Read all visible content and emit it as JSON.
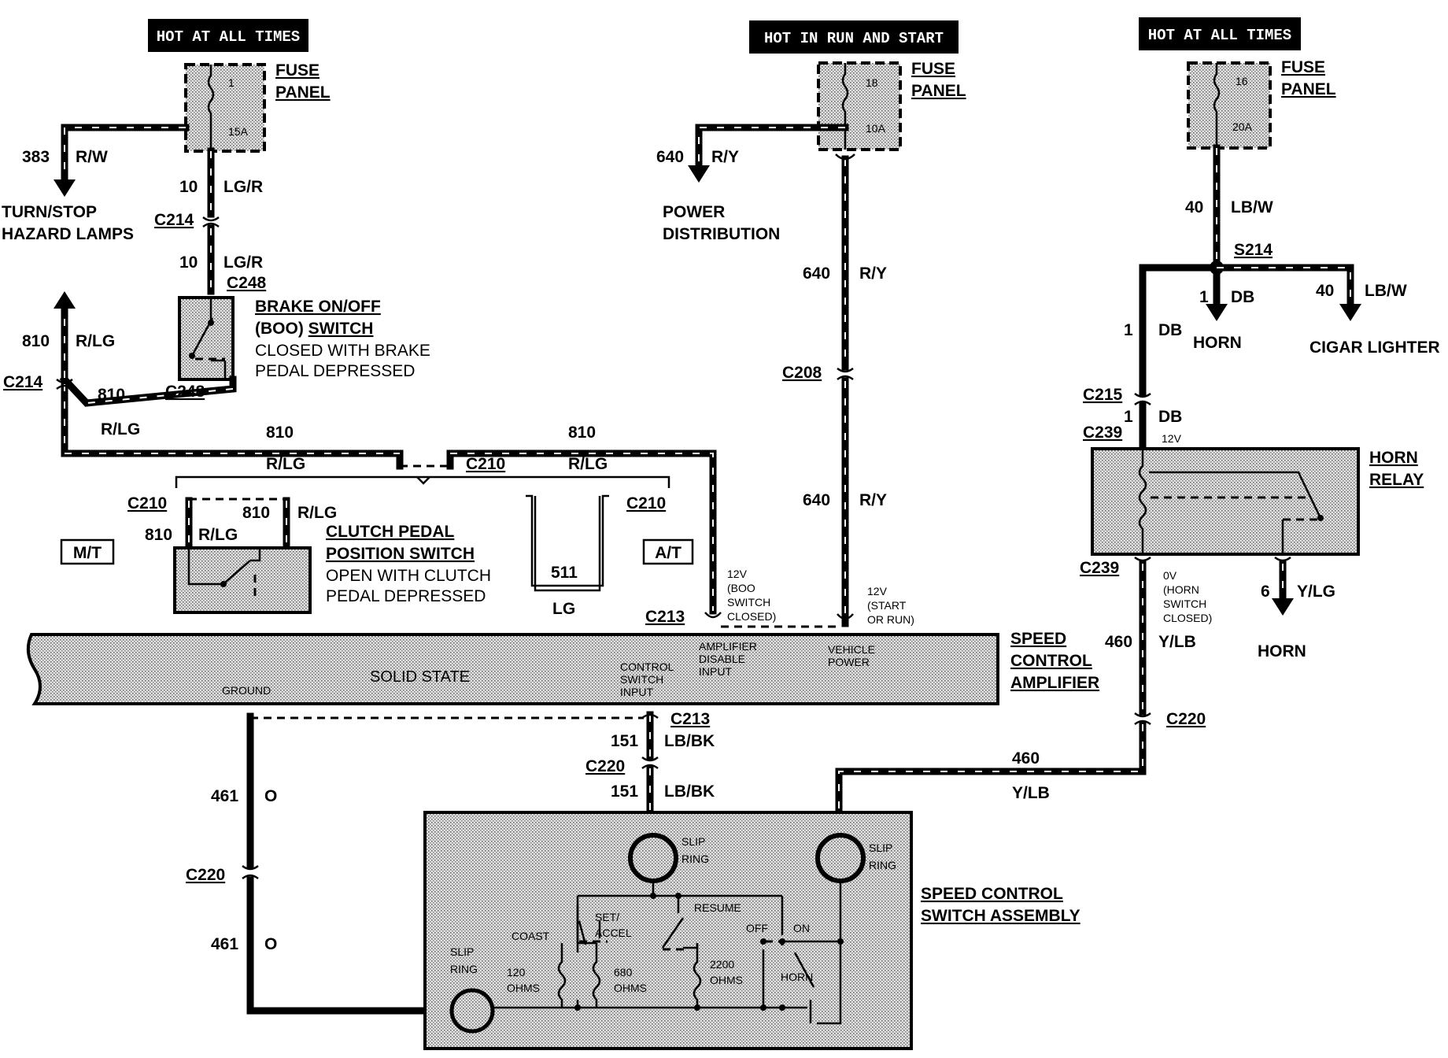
{
  "supply_headers": {
    "left": "HOT AT ALL TIMES",
    "middle": "HOT IN RUN AND START",
    "right": "HOT AT ALL TIMES"
  },
  "fuse_panels": [
    {
      "label_line1": "FUSE",
      "label_line2": "PANEL",
      "fuse_number": "1",
      "rating": "15A"
    },
    {
      "label_line1": "FUSE",
      "label_line2": "PANEL",
      "fuse_number": "18",
      "rating": "10A"
    },
    {
      "label_line1": "FUSE",
      "label_line2": "PANEL",
      "fuse_number": "16",
      "rating": "20A"
    }
  ],
  "circuits": {
    "c383": {
      "number": "383",
      "color": "R/W"
    },
    "c10a": {
      "number": "10",
      "color": "LG/R"
    },
    "c10b": {
      "number": "10",
      "color": "LG/R"
    },
    "c810_riser": {
      "number": "810",
      "color": "R/LG"
    },
    "c810_diag": {
      "number": "810"
    },
    "c810_rlg": {
      "color": "R/LG"
    },
    "c810_top_left": {
      "number": "810",
      "color": "R/LG"
    },
    "c810_top_right": {
      "number": "810",
      "color": "R/LG"
    },
    "c810_clutch_a": {
      "number": "810",
      "color": "R/LG"
    },
    "c810_clutch_b": {
      "number": "810",
      "color": "R/LG"
    },
    "c511": {
      "number": "511",
      "color": "LG"
    },
    "c640_power": {
      "number": "640",
      "color": "R/Y"
    },
    "c640_a": {
      "number": "640",
      "color": "R/Y"
    },
    "c640_b": {
      "number": "640",
      "color": "R/Y"
    },
    "c40_main": {
      "number": "40",
      "color": "LB/W"
    },
    "c40_branch": {
      "number": "40",
      "color": "LB/W"
    },
    "c1_horn": {
      "number": "1",
      "color": "DB"
    },
    "c1_left": {
      "number": "1",
      "color": "DB"
    },
    "c1_lower": {
      "number": "1",
      "color": "DB"
    },
    "c6": {
      "number": "6",
      "color": "Y/LG"
    },
    "c460_vert": {
      "number": "460",
      "color": "Y/LB"
    },
    "c460_horiz": {
      "number": "460",
      "color": "Y/LB"
    },
    "c151_a": {
      "number": "151",
      "color": "LB/BK"
    },
    "c151_b": {
      "number": "151",
      "color": "LB/BK"
    },
    "c461_a": {
      "number": "461",
      "color": "O"
    },
    "c461_b": {
      "number": "461",
      "color": "O"
    }
  },
  "connectors": {
    "c214_top": "C214",
    "c248_top": "C248",
    "c214_left": "C214",
    "c248_bottom": "C248",
    "c210_mid": "C210",
    "c210_left": "C210",
    "c210_right": "C210",
    "c213_top": "C213",
    "c213_bottom": "C213",
    "c208": "C208",
    "s214": "S214",
    "c215": "C215",
    "c239_top": "C239",
    "c239_bottom": "C239",
    "c220_right": "C220",
    "c220_mid": "C220",
    "c220_left": "C220"
  },
  "destinations": {
    "turn_stop_1": "TURN/STOP",
    "turn_stop_2": "HAZARD LAMPS",
    "power_dist_1": "POWER",
    "power_dist_2": "DISTRIBUTION",
    "horn_top": "HORN",
    "cigar": "CIGAR LIGHTER",
    "horn_bottom": "HORN"
  },
  "brake_switch": {
    "line1": "BRAKE ON/OFF",
    "line2_prefix": "(BOO) ",
    "line2_ul": "SWITCH",
    "line3": "CLOSED WITH BRAKE",
    "line4": "PEDAL DEPRESSED"
  },
  "clutch_switch": {
    "line1": "CLUTCH PEDAL",
    "line2": "POSITION SWITCH",
    "line3": "OPEN WITH CLUTCH",
    "line4": "PEDAL DEPRESSED"
  },
  "transmission": {
    "mt": "M/T",
    "at": "A/T"
  },
  "notes": {
    "boo_1": "12V",
    "boo_2": "(BOO",
    "boo_3": "SWITCH",
    "boo_4": "CLOSED)",
    "run_1": "12V",
    "run_2": "(START",
    "run_3": "OR RUN)",
    "relay_12v": "12V",
    "horn_0v_1": "0V",
    "horn_0v_2": "(HORN",
    "horn_0v_3": "SWITCH",
    "horn_0v_4": "CLOSED)"
  },
  "amplifier": {
    "title_1": "SPEED",
    "title_2": "CONTROL",
    "title_3": "AMPLIFIER",
    "body": "SOLID STATE",
    "pin_ground": "GROUND",
    "pin_control_1": "CONTROL",
    "pin_control_2": "SWITCH",
    "pin_control_3": "INPUT",
    "pin_disable_1": "AMPLIFIER",
    "pin_disable_2": "DISABLE",
    "pin_disable_3": "INPUT",
    "pin_power_1": "VEHICLE",
    "pin_power_2": "POWER"
  },
  "horn_relay": {
    "line1": "HORN",
    "line2": "RELAY"
  },
  "switch_assembly": {
    "title_1": "SPEED CONTROL",
    "title_2": "SWITCH ASSEMBLY",
    "slip_ring": "SLIP",
    "slip_ring_2": "RING",
    "coast": "COAST",
    "set_1": "SET/",
    "set_2": "ACCEL",
    "resume": "RESUME",
    "off": "OFF",
    "on": "ON",
    "horn": "HORN",
    "r120_1": "120",
    "r120_2": "OHMS",
    "r680_1": "680",
    "r680_2": "OHMS",
    "r2200_1": "2200",
    "r2200_2": "OHMS"
  }
}
